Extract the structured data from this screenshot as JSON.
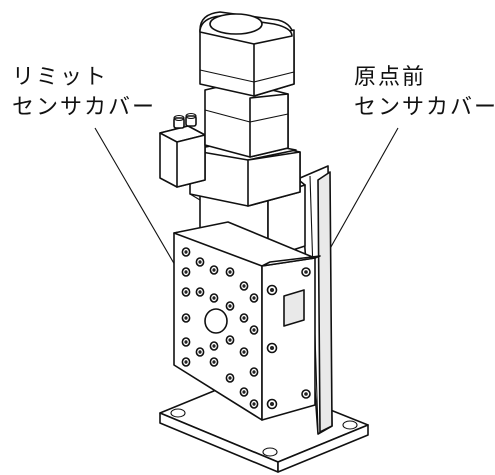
{
  "labels": {
    "limit_cover": {
      "line1": "リミット",
      "line2": "センサカバー"
    },
    "origin_cover": {
      "line1": "原点前",
      "line2": "センサカバー"
    }
  },
  "colors": {
    "stroke": "#111111",
    "background": "#ffffff"
  }
}
